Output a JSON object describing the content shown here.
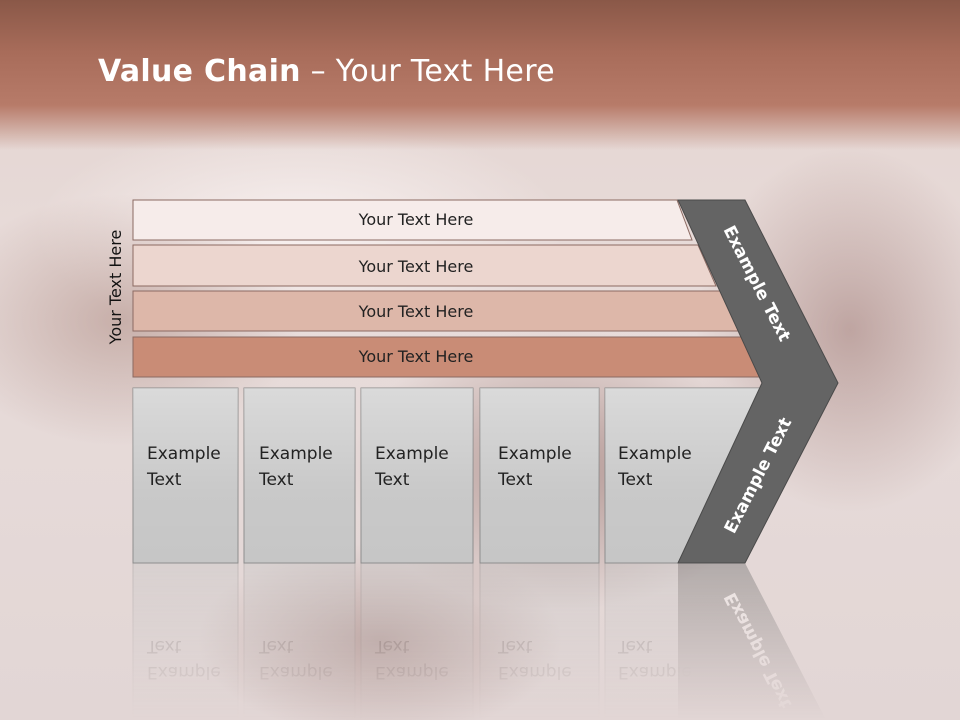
{
  "title": {
    "bold": "Value Chain",
    "rest": " – Your Text Here"
  },
  "side_label": "Your Text Here",
  "support_rows": [
    "Your Text Here",
    "Your Text Here",
    "Your Text Here",
    "Your Text Here"
  ],
  "primary_boxes": [
    {
      "line1": "Example",
      "line2": "Text"
    },
    {
      "line1": "Example",
      "line2": "Text"
    },
    {
      "line1": "Example",
      "line2": "Text"
    },
    {
      "line1": "Example",
      "line2": "Text"
    },
    {
      "line1": "Example",
      "line2": "Text"
    }
  ],
  "arrow_labels": {
    "upper": "Example Text",
    "lower": "Example Text"
  },
  "colors": {
    "row_fills": [
      "#f6ecea",
      "#ecd6cf",
      "#ddb7a9",
      "#c98c76"
    ],
    "box_fill": "#c6c6c6",
    "arrow_fill": "#646464"
  }
}
